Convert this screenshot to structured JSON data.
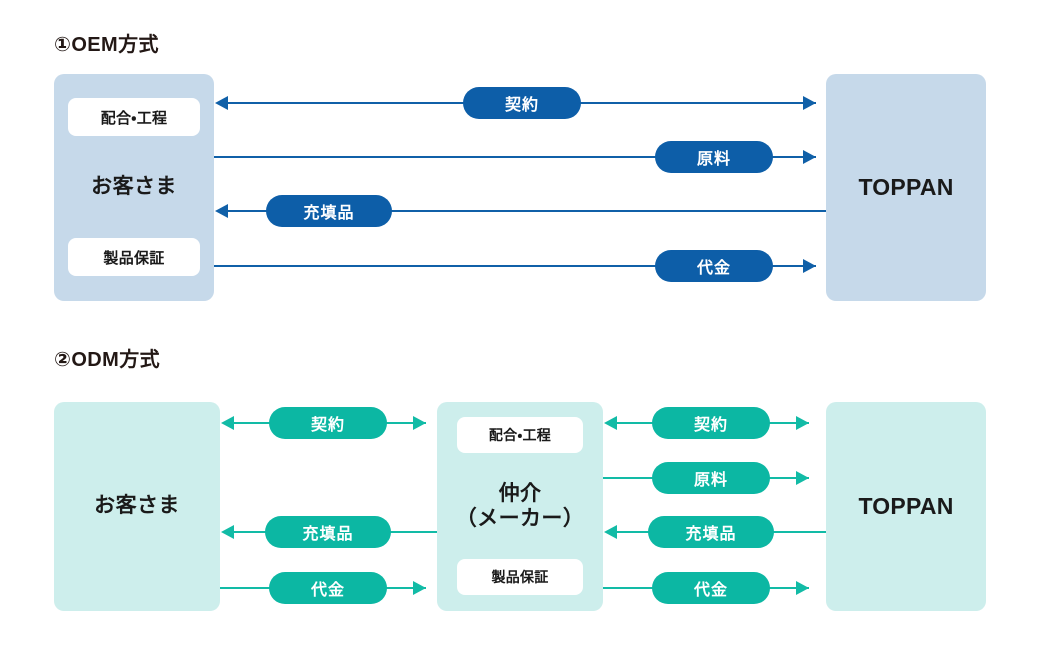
{
  "sections": [
    {
      "id": "oem",
      "title": "①OEM方式",
      "accent": "#0d5ea8",
      "box_fill": "#c6d9ea",
      "actors": {
        "left": {
          "label": "お客さま",
          "chips": [
            "配合・工程",
            "製品保証"
          ]
        },
        "right": {
          "label": "TOPPAN",
          "chips": []
        }
      },
      "flows": [
        {
          "label": "契約",
          "direction": "both",
          "pill_align": "center"
        },
        {
          "label": "原料",
          "direction": "right",
          "pill_align": "right"
        },
        {
          "label": "充填品",
          "direction": "left",
          "pill_align": "left"
        },
        {
          "label": "代金",
          "direction": "right",
          "pill_align": "right"
        }
      ]
    },
    {
      "id": "odm",
      "title": "②ODM方式",
      "accent": "#0cb7a3",
      "box_fill": "#cdeeec",
      "actors": {
        "left": {
          "label": "お客さま",
          "chips": []
        },
        "middle": {
          "label_line1": "仲介",
          "label_line2": "（メーカー）",
          "chips": [
            "配合・工程",
            "製品保証"
          ]
        },
        "right": {
          "label": "TOPPAN",
          "chips": []
        }
      },
      "flows_left": [
        {
          "label": "契約",
          "direction": "both"
        },
        {
          "label": "充填品",
          "direction": "left"
        },
        {
          "label": "代金",
          "direction": "right"
        }
      ],
      "flows_right": [
        {
          "label": "契約",
          "direction": "both"
        },
        {
          "label": "原料",
          "direction": "right"
        },
        {
          "label": "充填品",
          "direction": "left"
        },
        {
          "label": "代金",
          "direction": "right"
        }
      ]
    }
  ]
}
